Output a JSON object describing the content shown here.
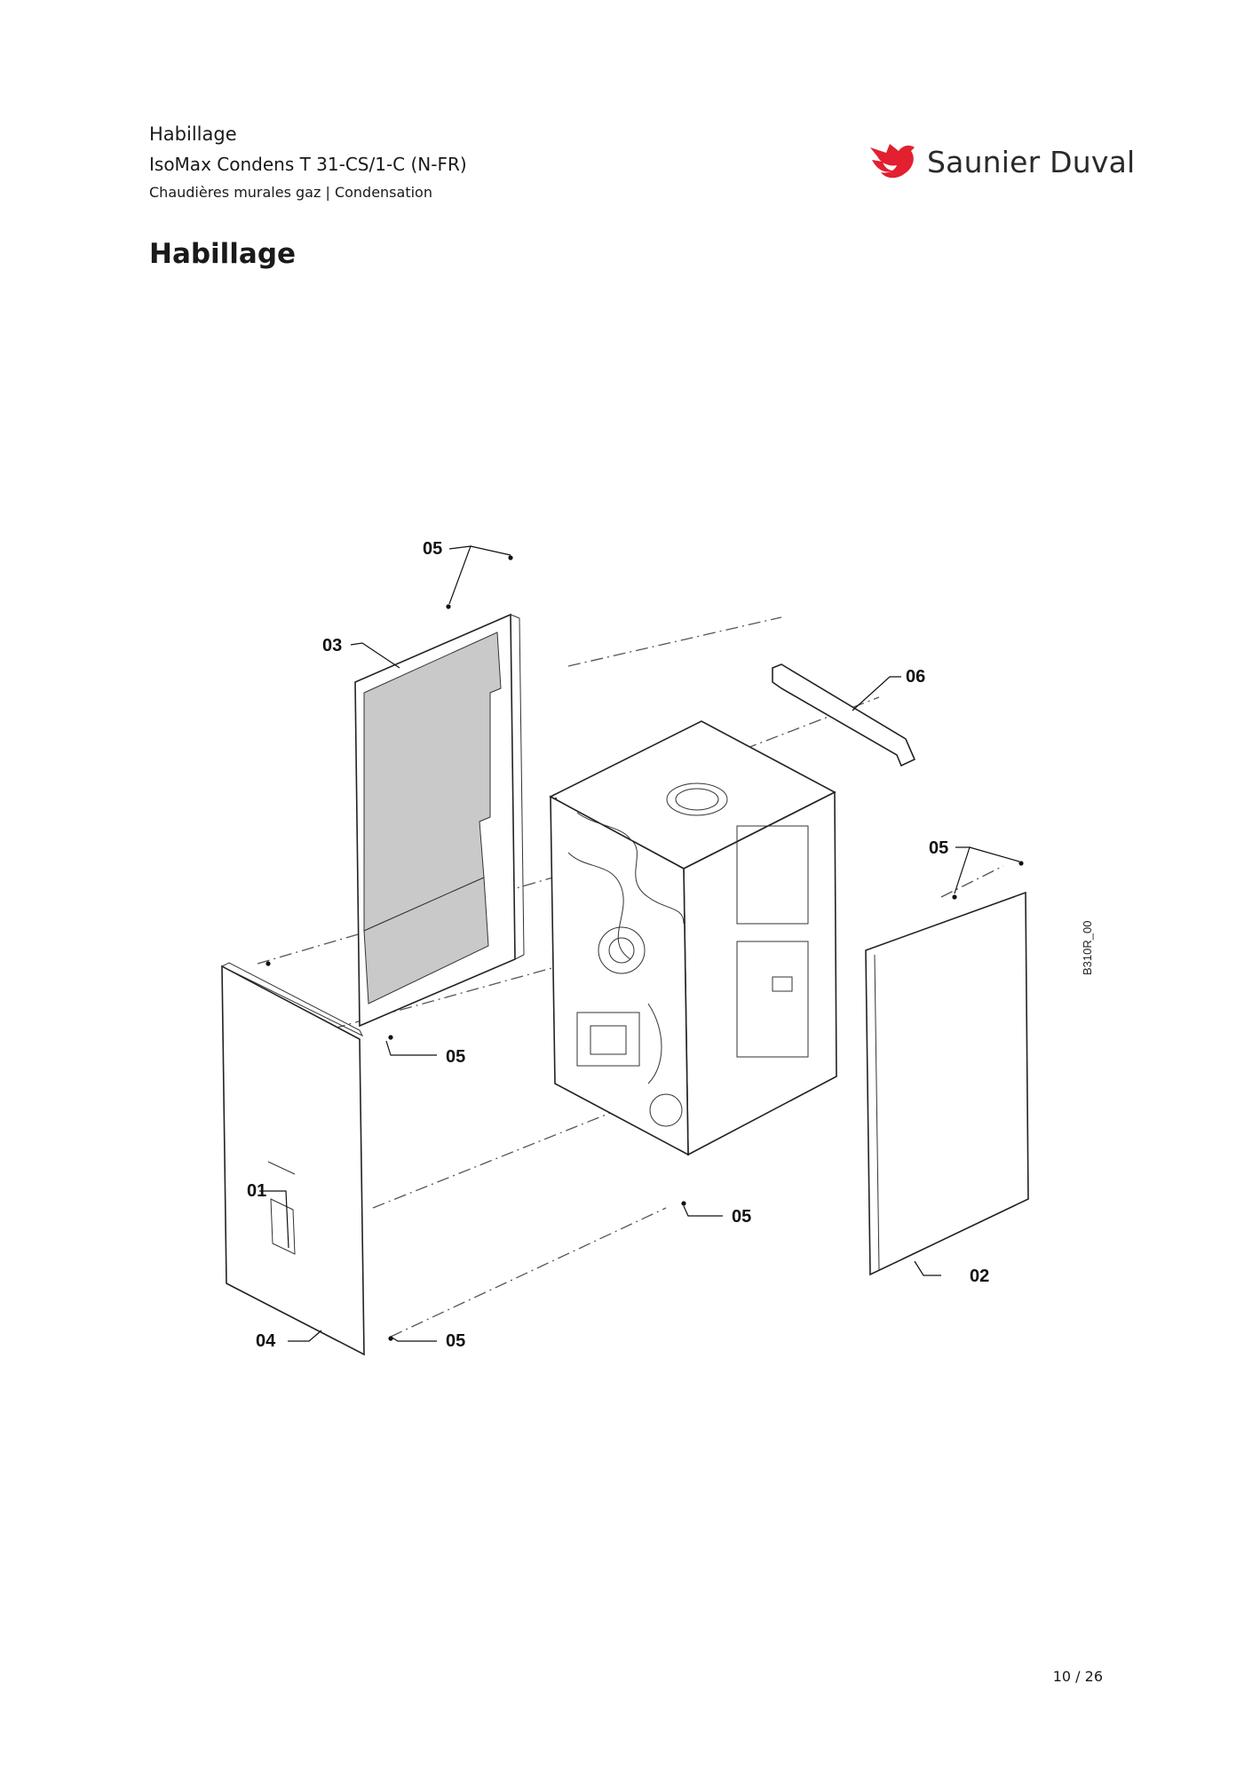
{
  "header": {
    "line1": "Habillage",
    "line2": "IsoMax Condens T 31-CS/1-C (N-FR)",
    "line3": "Chaudières murales gaz | Condensation"
  },
  "brand": {
    "name": "Saunier Duval",
    "color": "#e2202f",
    "icon": "bird-logo-icon"
  },
  "section_title": "Habillage",
  "figure": {
    "code": "B310R_00",
    "callouts": [
      "05",
      "03",
      "06",
      "05",
      "05",
      "01",
      "05",
      "02",
      "04",
      "05"
    ]
  },
  "pager": "10 / 26"
}
